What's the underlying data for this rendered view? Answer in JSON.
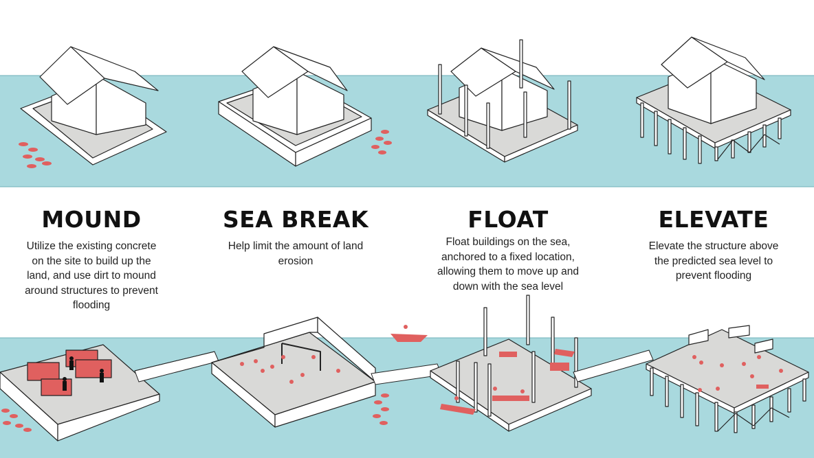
{
  "colors": {
    "water": "#a9d9de",
    "water_line": "#6fb0b8",
    "accent": "#e0605f",
    "deck": "#d9d9d7",
    "outline": "#222222"
  },
  "strategies": [
    {
      "title": "MOUND",
      "description": "Utilize the existing concrete on the site to build up the land, and use dirt to mound around structures to prevent flooding"
    },
    {
      "title": "SEA BREAK",
      "description": "Help limit the amount of land erosion"
    },
    {
      "title": "FLOAT",
      "description": "Float buildings on the sea, anchored to a fixed location, allowing them to move up and down with the sea level"
    },
    {
      "title": "ELEVATE",
      "description": "Elevate the structure above the predicted sea level to prevent flooding"
    }
  ]
}
